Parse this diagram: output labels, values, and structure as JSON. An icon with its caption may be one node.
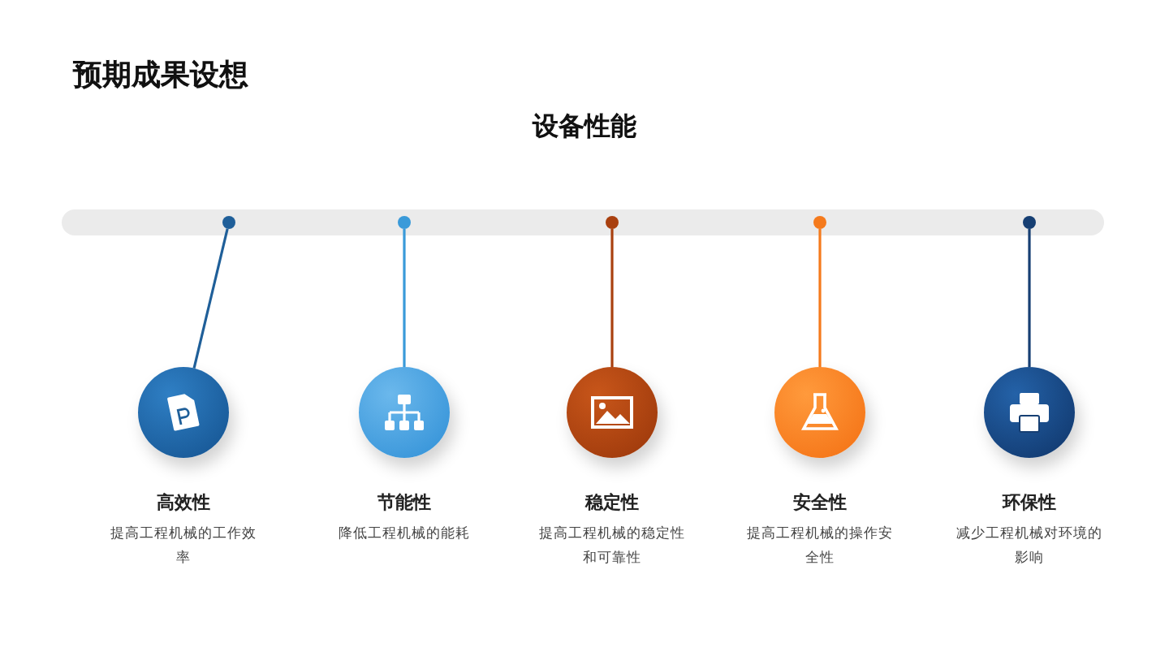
{
  "diagram": {
    "title": "预期成果设想",
    "nodes": [
      {
        "text": [],
        "shape": "circle"
      },
      {
        "text": [],
        "shape": "circle"
      },
      {
        "text": [],
        "shape": "circle"
      },
      {
        "text": [],
        "shape": "circle"
      },
      {
        "text": [],
        "shape": "circle"
      },
      {
        "text": [
          "高效性",
          "提高工程机械的工作效率"
        ]
      },
      {
        "text": [
          "节能性",
          "降低工程机械的能耗"
        ]
      },
      {
        "text": [
          "稳定性",
          "提高工程机械的稳定性和可靠性"
        ]
      },
      {
        "text": [
          "安全性",
          "提高工程机械的操作安全性"
        ]
      },
      {
        "text": [
          "环保性",
          "减少工程机械对环境的影响"
        ]
      }
    ],
    "edges": [
      {
        "from": 0,
        "to": 5,
        "arrow": "none",
        "color": "#1f5f99"
      },
      {
        "from": 1,
        "to": 6,
        "arrow": "none",
        "color": "#3a9ad9"
      },
      {
        "from": 2,
        "to": 7,
        "arrow": "none",
        "color": "#a9400f"
      },
      {
        "from": 3,
        "to": 8,
        "arrow": "none",
        "color": "#f57a1c"
      },
      {
        "from": 4,
        "to": 9,
        "arrow": "none",
        "color": "#163f73"
      }
    ],
    "labels": [
      "设备性能"
    ]
  }
}
